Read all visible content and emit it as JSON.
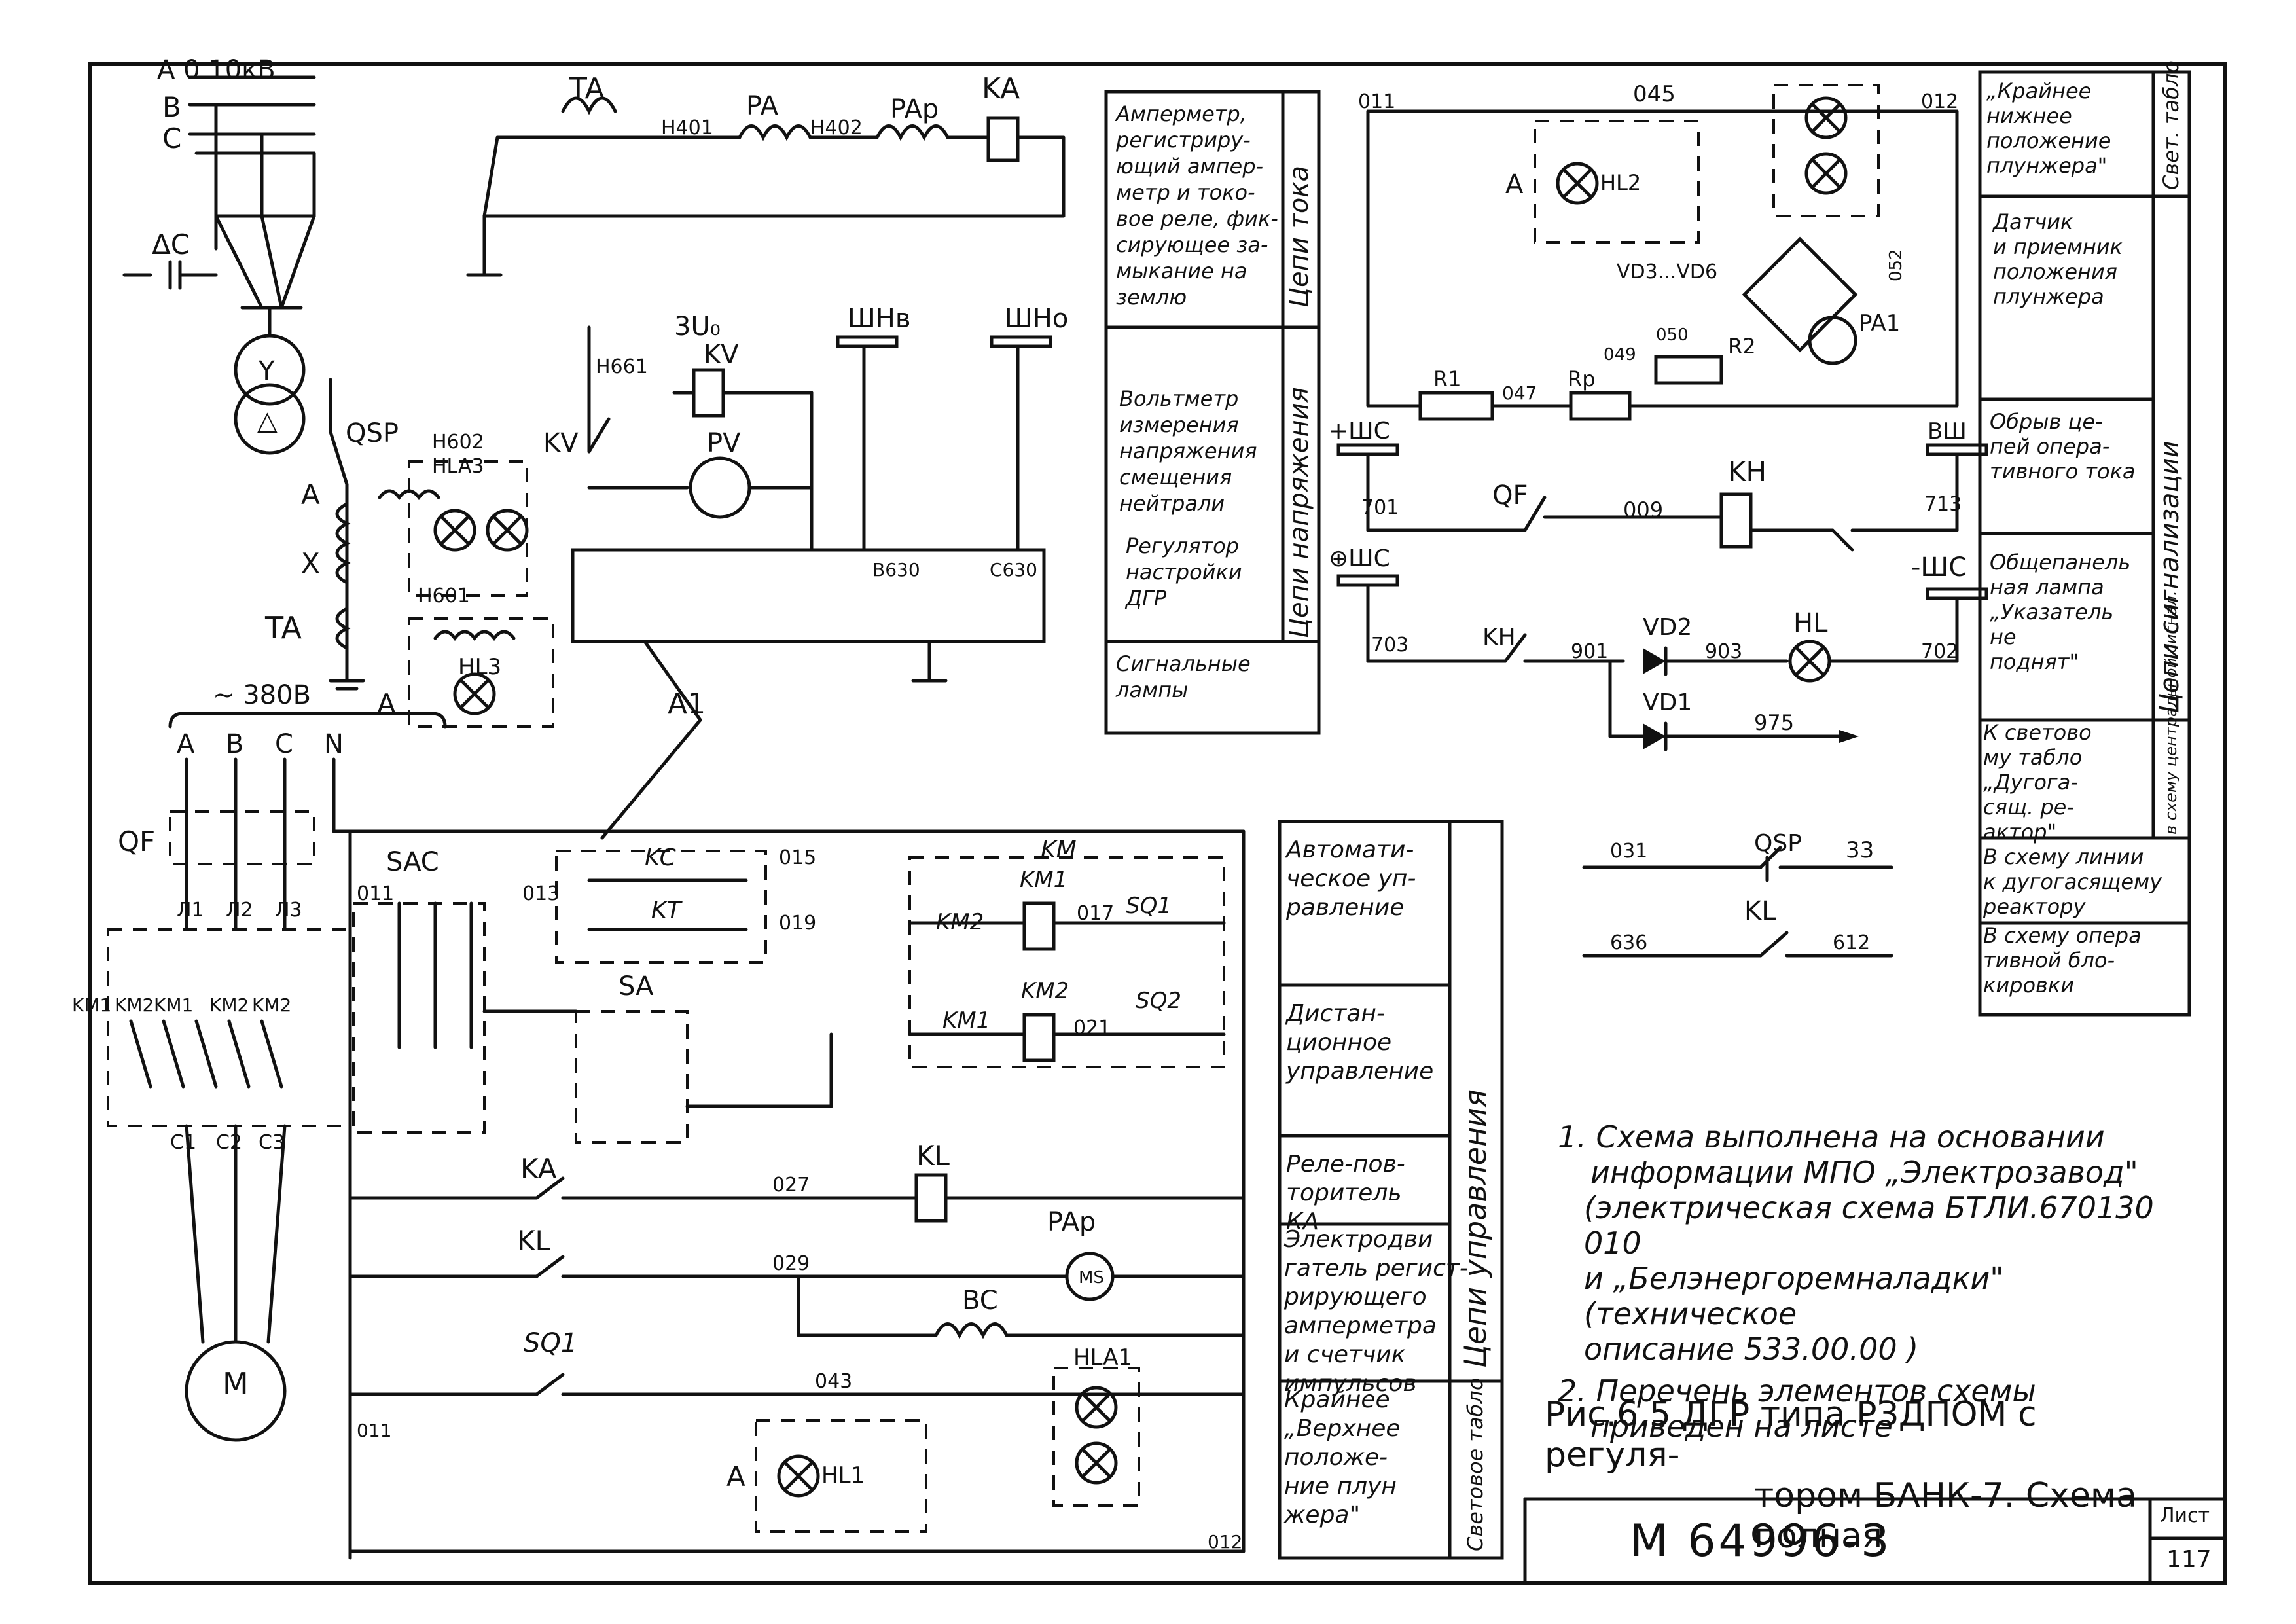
{
  "page": {
    "sheet_label": "Лист",
    "sheet_number": "117",
    "code": "М 64996-3"
  },
  "caption": {
    "line1": "Рис.6.5 ДГР типа РЗДПОМ с регуля-",
    "line2": "тором БАНК-7. Схема полная"
  },
  "notes": [
    "1. Схема выполнена на основании",
    "информации МПО „Электрозавод\"",
    "(электрическая схема БТЛИ.670130 010",
    "и „Белэнергоремналадки\" (техническое",
    "описание 533.00.00 )",
    "2. Перечень элементов схемы",
    "приведен на листе"
  ],
  "legend_top": [
    {
      "text": [
        "Амперметр,",
        "регистриру-",
        "ющий ампер-",
        "метр и токо-",
        "вое реле, фик-",
        "сирующее за-",
        "мыкание на",
        "землю"
      ]
    },
    {
      "text": [
        "Вольтметр",
        "измерения",
        "напряжения",
        "смещения",
        "нейтрали"
      ]
    },
    {
      "text": [
        "Регулятор",
        "настройки",
        "ДГР"
      ]
    },
    {
      "text": [
        "Сигнальные",
        "лампы"
      ]
    }
  ],
  "legend_top_groups": [
    "Цепи тока",
    "Цепи напряжения"
  ],
  "legend_right": [
    {
      "text": [
        "„Крайнее",
        "нижнее",
        "положение",
        "плунжера\""
      ]
    },
    {
      "text": [
        "Датчик",
        "и приемник",
        "положения",
        "плунжера"
      ]
    },
    {
      "text": [
        "Обрыв це-",
        "пей опера-",
        "тивного тока"
      ]
    },
    {
      "text": [
        "Общепанель",
        "ная лампа",
        "„Указатель",
        "не",
        "поднят\""
      ]
    },
    {
      "text": [
        "К светово",
        "му табло",
        "„Дугога-",
        "сящ. ре-",
        "актор\""
      ]
    },
    {
      "text": [
        "В схему линии",
        "к дугогасящему",
        "реактору"
      ]
    },
    {
      "text": [
        "В схему опера",
        "тивной бло-",
        "кировки"
      ]
    }
  ],
  "legend_right_groups": [
    "Свет. табло",
    "Цепи сигнализации",
    "в схему центральной сигнал."
  ],
  "legend_bottom": [
    {
      "text": [
        "Автомати-",
        "ческое уп-",
        "равление"
      ]
    },
    {
      "text": [
        "Дистан-",
        "ционное",
        "управление"
      ]
    },
    {
      "text": [
        "Реле-пов-",
        "торитель",
        "КА"
      ]
    },
    {
      "text": [
        "Электродви",
        "гатель регист-",
        "рирующего",
        "амперметра",
        "и счетчик",
        "импульсов"
      ]
    },
    {
      "text": [
        "Крайнее",
        "„Верхнее",
        "положе-",
        "ние плун",
        "жера\""
      ]
    }
  ],
  "legend_bottom_groups": [
    "Цепи управления",
    "Световое табло"
  ],
  "labels": {
    "bus": [
      "A",
      "B",
      "C"
    ],
    "bus_top": "A  0  10кВ",
    "dc": "ΔC",
    "qsp": "QSP",
    "ta": "TA",
    "pa": "PA",
    "par": "PAр",
    "ka": "KA",
    "h401": "Н401",
    "h402": "Н402",
    "a_lbl": "A",
    "x_lbl": "X",
    "h602": "Н602",
    "hla3": "HLA3",
    "h601": "Н601",
    "hl3": "HL3",
    "kv": "KV",
    "three_u0": "3U₀",
    "kv_coil": "KV",
    "pv": "PV",
    "h661": "Н661",
    "shnv": "ШНв",
    "shno": "ШНо",
    "v630": "В630",
    "s630": "С630",
    "a1": "A1",
    "v380": "~ 380В",
    "abcn": [
      "A",
      "B",
      "C",
      "N"
    ],
    "qf": "QF",
    "l": [
      "Л1",
      "Л2",
      "Л3"
    ],
    "km_row": [
      "KM1",
      "KM2",
      "KM1",
      "KM2",
      "KM2"
    ],
    "c": [
      "C1",
      "C2",
      "C3"
    ],
    "motor": "M",
    "sac": "SAC",
    "sa": "SA",
    "kc": "KC",
    "kt": "KT",
    "km": "KM",
    "km1": "KM1",
    "km2": "KM2",
    "sq1": "SQ1",
    "sq2": "SQ2",
    "kl": "KL",
    "bc": "BC",
    "hla1": "HLA1",
    "hl1": "HL1",
    "ms": "MS",
    "w": [
      "011",
      "013",
      "015",
      "019",
      "017",
      "021",
      "027",
      "029",
      "043",
      "012"
    ],
    "r_top": [
      "011",
      "045",
      "012",
      "A",
      "HL2",
      "VD3...VD6",
      "052",
      "R1",
      "047",
      "Rр",
      "049",
      "050",
      "R2",
      "PA1"
    ],
    "r_mid": [
      "+ШС",
      "701",
      "QF",
      "009",
      "KH",
      "ВШ",
      "713",
      "⊕ШС",
      "703",
      "KH",
      "901",
      "VD2",
      "903",
      "HL",
      "-ШС",
      "702",
      "VD1",
      "975"
    ],
    "r_misc": [
      "031",
      "QSP",
      "33",
      "KL",
      "636",
      "612"
    ]
  }
}
